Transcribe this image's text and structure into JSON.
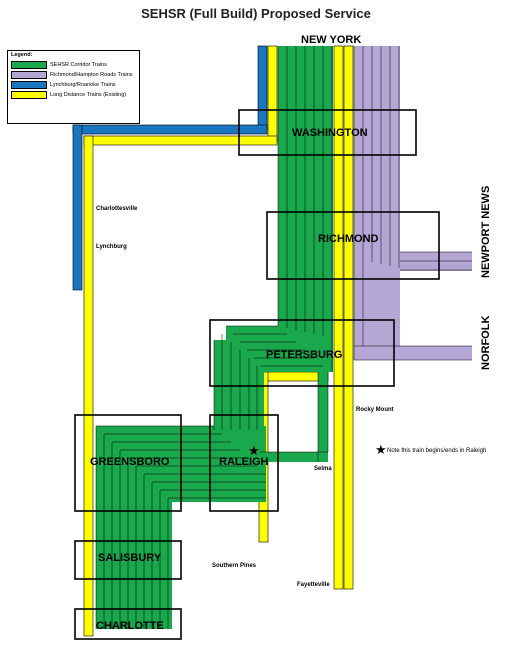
{
  "title": "SEHSR (Full Build) Proposed Service",
  "legend": {
    "title": "Legend:",
    "items": [
      {
        "label": "SEHSR Corridor Trains",
        "color": "#1aa84c"
      },
      {
        "label": "Richmond/Hampton Roads Trains",
        "color": "#b5a7d5"
      },
      {
        "label": "Lynchburg/Roanoke Trains",
        "color": "#1a76c0"
      },
      {
        "label": "Long Distance Trains (Existing)",
        "color": "#ffff00"
      }
    ]
  },
  "cities": {
    "new_york": "NEW YORK",
    "washington": "WASHINGTON",
    "richmond": "RICHMOND",
    "petersburg": "PETERSBURG",
    "newport_news": "NEWPORT NEWS",
    "norfolk": "NORFOLK",
    "greensboro": "GREENSBORO",
    "raleigh": "RALEIGH",
    "salisbury": "SALISBURY",
    "charlotte": "CHARLOTTE"
  },
  "stops": {
    "charlottesville": "Charlottesville",
    "lynchburg": "Lynchburg",
    "rocky_mount": "Rocky Mount",
    "selma": "Selma",
    "southern_pines": "Southern Pines",
    "fayetteville": "Fayetteville"
  },
  "note": {
    "symbol": "★",
    "text": "Note this train begins/ends in Raleigh"
  },
  "colors": {
    "green": "#1aa84c",
    "purple": "#b5a7d5",
    "blue": "#1a76c0",
    "yellow": "#ffff00",
    "outline": "#000000"
  }
}
